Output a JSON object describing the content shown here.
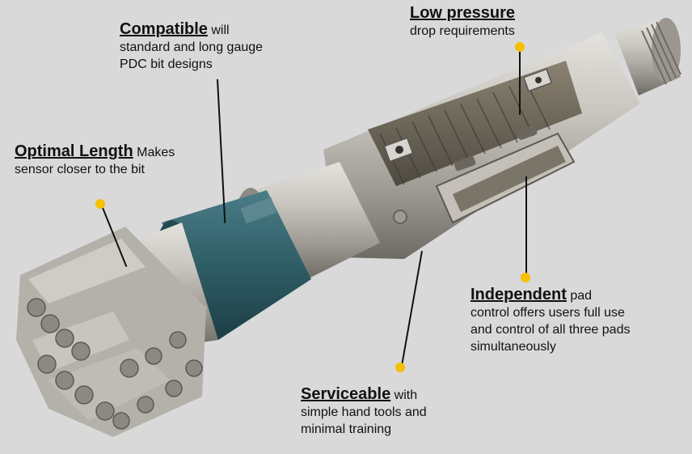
{
  "callouts": {
    "compatible": {
      "head": "Compatible",
      "rest": " will",
      "line2": "standard and long gauge",
      "line3": "PDC bit designs"
    },
    "low_pressure": {
      "head": "Low pressure",
      "line2": "drop requirements"
    },
    "optimal_length": {
      "head": "Optimal Length",
      "rest": " Makes",
      "line2": "sensor closer to the bit"
    },
    "independent": {
      "head": "Independent",
      "rest": " pad",
      "line2": "control offers users full use",
      "line3": "and control of all three pads",
      "line4": "simultaneously"
    },
    "serviceable": {
      "head": "Serviceable",
      "rest": " with",
      "line2": "simple hand tools and",
      "line3": "minimal training"
    }
  },
  "colors": {
    "background": "#d9d9d9",
    "dot": "#f6c000",
    "text": "#111111",
    "sleeve": "#2f5d66",
    "steel": "#b9b6b0"
  },
  "icon_names": [
    "drill-bit",
    "collar-sleeve",
    "steering-pad-body",
    "threaded-pin-end"
  ]
}
